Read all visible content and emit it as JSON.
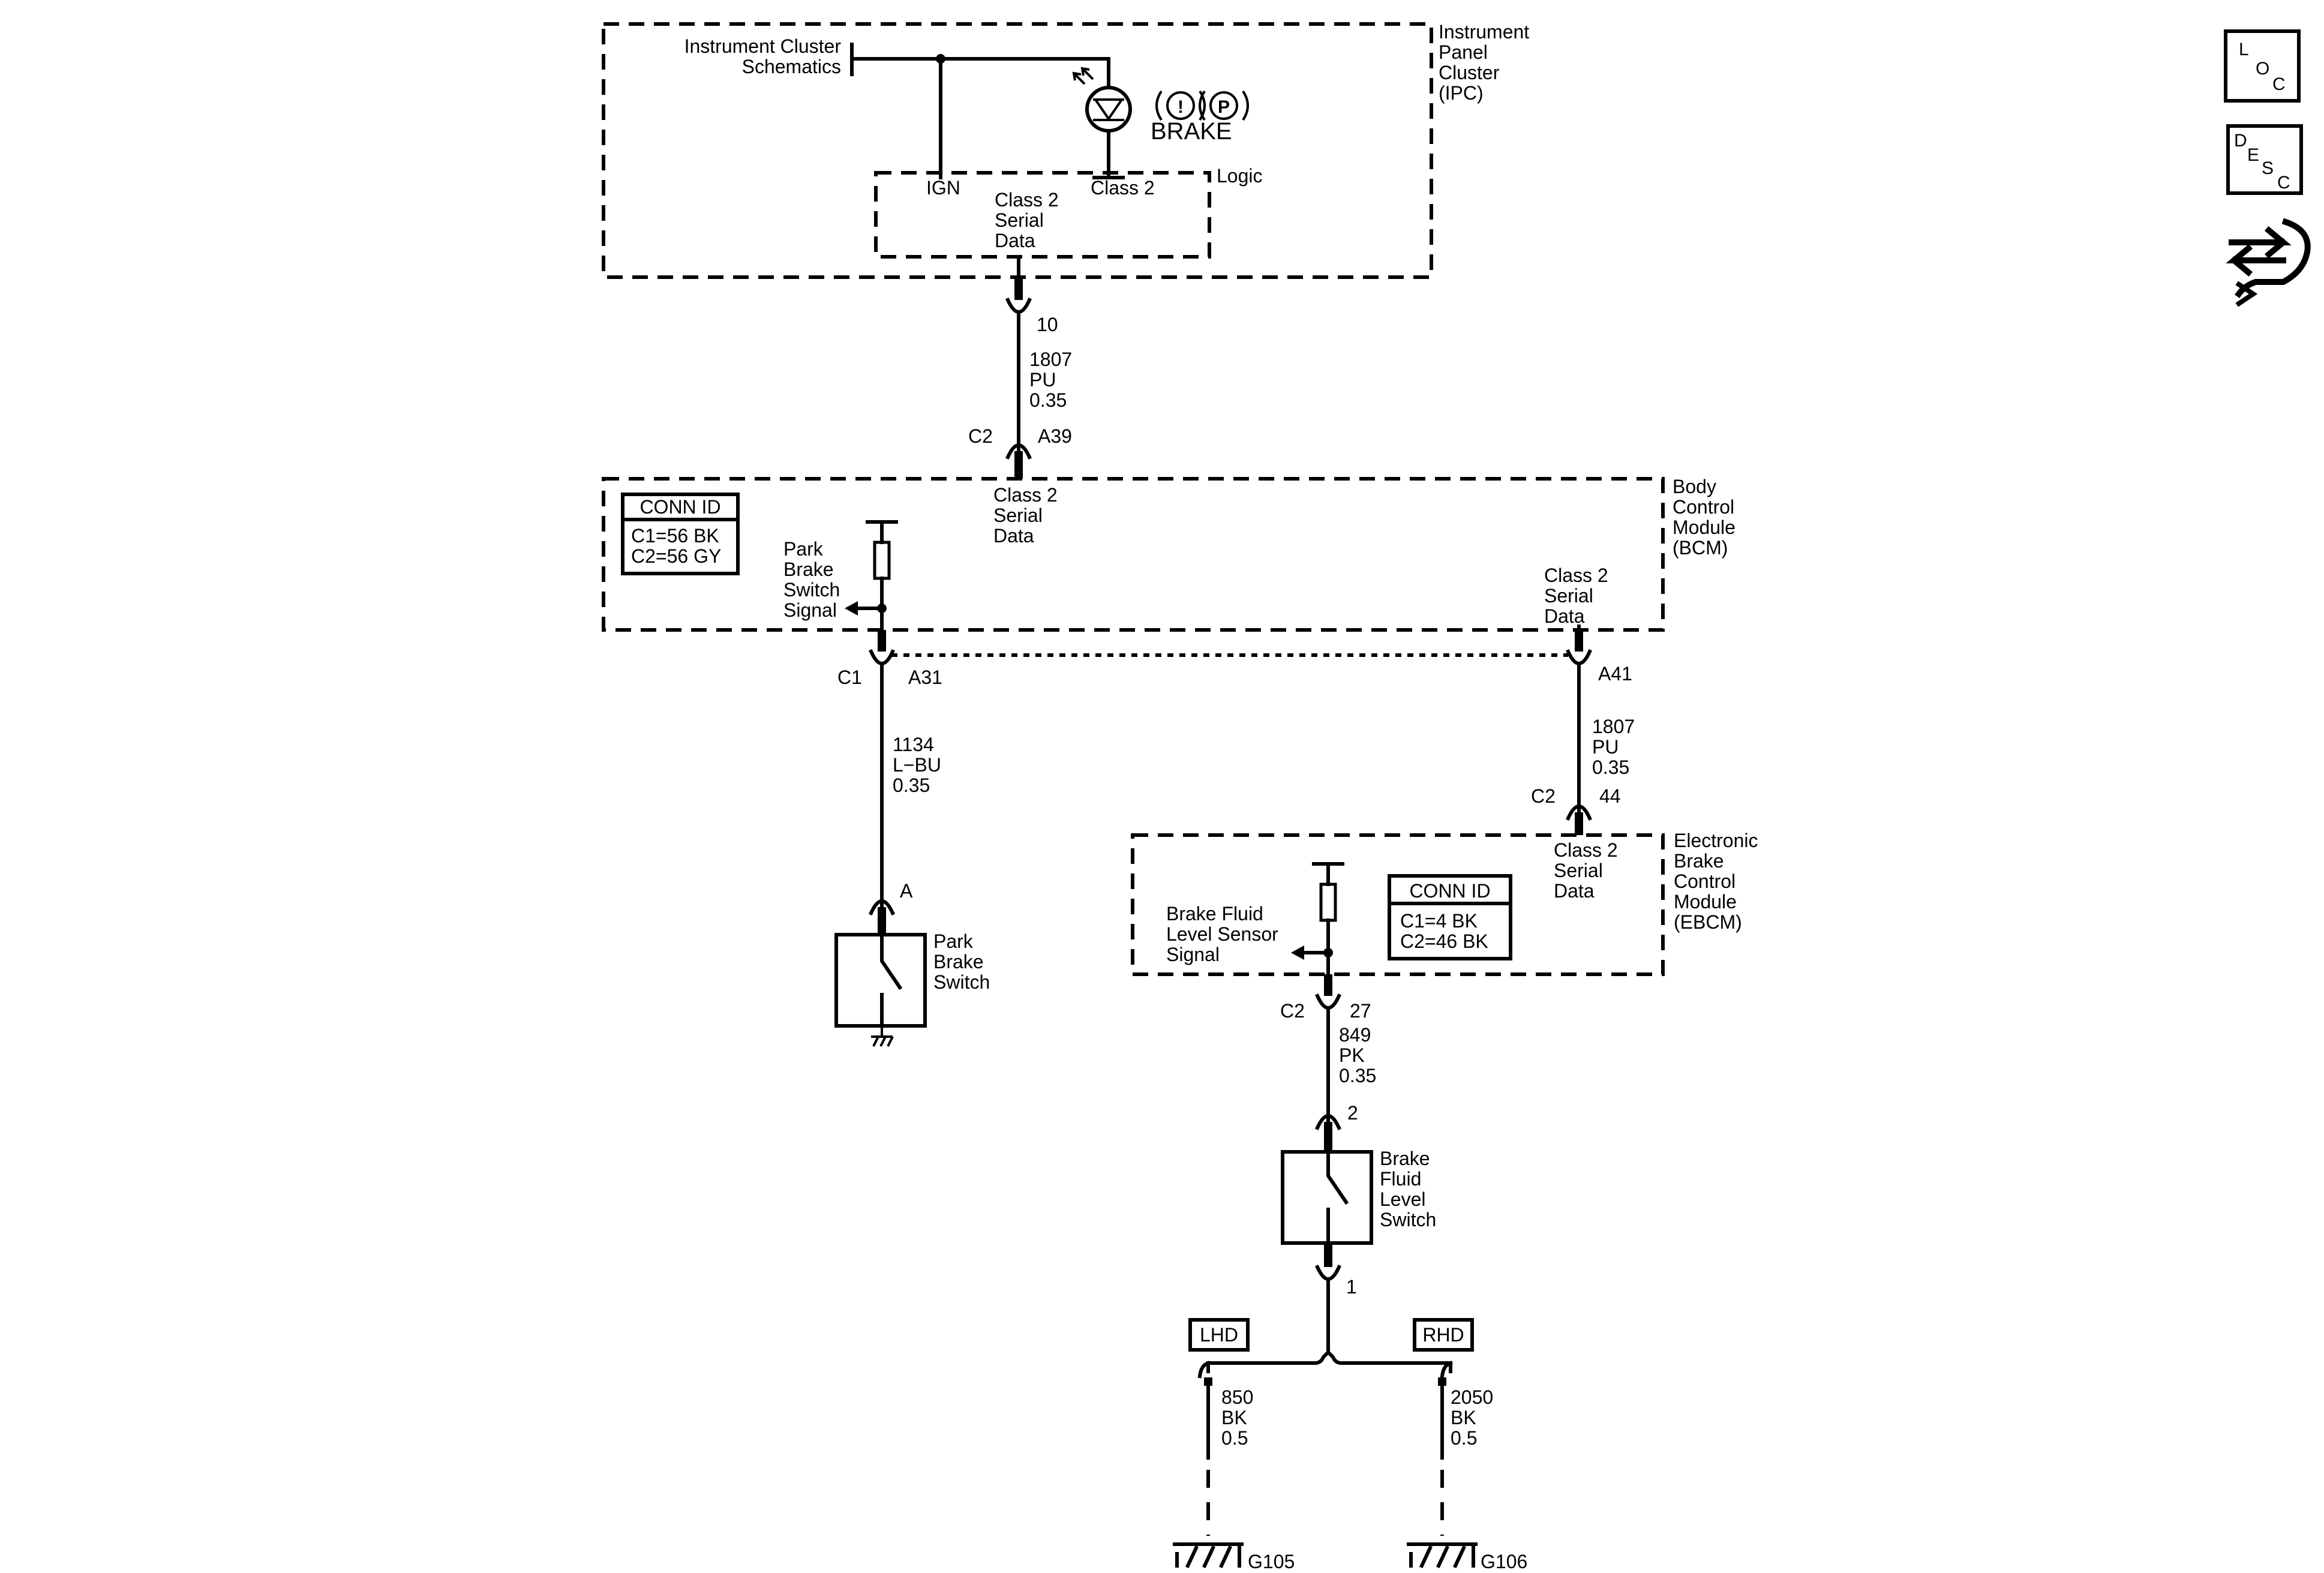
{
  "nav": {
    "loc_letters": [
      "L",
      "O",
      "C"
    ],
    "desc_letters": [
      "D",
      "E",
      "S",
      "C"
    ]
  },
  "ipc": {
    "label": [
      "Instrument",
      "Panel",
      "Cluster",
      "(IPC)"
    ],
    "schematics_ref": [
      "Instrument Cluster",
      "Schematics"
    ],
    "ign": "IGN",
    "class2": "Class 2",
    "logic": "Logic",
    "serial_data": [
      "Class 2",
      "Serial",
      "Data"
    ],
    "brake_symbol": [
      "!",
      "P"
    ],
    "brake_text": "BRAKE"
  },
  "wire_ipc_bcm": {
    "pin_top": "10",
    "circuit": [
      "1807",
      "PU",
      "0.35"
    ],
    "connector": "C2",
    "pin_bottom": "A39"
  },
  "bcm": {
    "label": [
      "Body",
      "Control",
      "Module",
      "(BCM)"
    ],
    "conn_id_title": "CONN ID",
    "conn_id_lines": [
      "C1=56 BK",
      "C2=56 GY"
    ],
    "serial_data_top": [
      "Class 2",
      "Serial",
      "Data"
    ],
    "park_brake_signal": [
      "Park",
      "Brake",
      "Switch",
      "Signal"
    ],
    "serial_data_right": [
      "Class 2",
      "Serial",
      "Data"
    ]
  },
  "wire_park": {
    "connector": "C1",
    "pin_top": "A31",
    "circuit": [
      "1134",
      "L−BU",
      "0.35"
    ],
    "pin_bottom": "A"
  },
  "park_brake_switch": {
    "label": [
      "Park",
      "Brake",
      "Switch"
    ]
  },
  "wire_bcm_ebcm": {
    "pin_top": "A41",
    "circuit": [
      "1807",
      "PU",
      "0.35"
    ],
    "connector": "C2",
    "pin_bottom": "44"
  },
  "ebcm": {
    "label": [
      "Electronic",
      "Brake",
      "Control",
      "Module",
      "(EBCM)"
    ],
    "serial_data": [
      "Class 2",
      "Serial",
      "Data"
    ],
    "fluid_signal": [
      "Brake Fluid",
      "Level Sensor",
      "Signal"
    ],
    "conn_id_title": "CONN ID",
    "conn_id_lines": [
      "C1=4 BK",
      "C2=46 BK"
    ]
  },
  "wire_fluid": {
    "connector": "C2",
    "pin_top": "27",
    "circuit": [
      "849",
      "PK",
      "0.35"
    ],
    "pin_bottom": "2"
  },
  "fluid_switch": {
    "label": [
      "Brake",
      "Fluid",
      "Level",
      "Switch"
    ],
    "pin_ground": "1"
  },
  "ground_lhd": {
    "tag": "LHD",
    "circuit": [
      "850",
      "BK",
      "0.5"
    ],
    "ground": "G105"
  },
  "ground_rhd": {
    "tag": "RHD",
    "circuit": [
      "2050",
      "BK",
      "0.5"
    ],
    "ground": "G106"
  }
}
